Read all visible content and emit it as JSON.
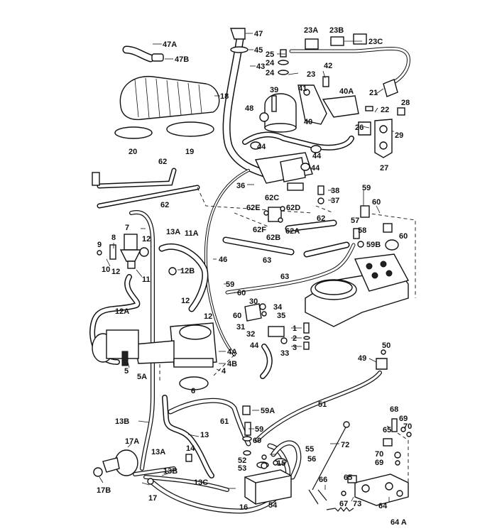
{
  "labels": {
    "l47": "47",
    "l47A": "47A",
    "l47B": "47B",
    "l45": "45",
    "l43": "43",
    "l23A": "23A",
    "l23B": "23B",
    "l23C": "23C",
    "l25": "25",
    "l24a": "24",
    "l24b": "24",
    "l23": "23",
    "l42": "42",
    "l41": "41",
    "l40A": "40A",
    "l21": "21",
    "l18": "18",
    "l39": "39",
    "l48": "48",
    "l22": "22",
    "l28": "28",
    "l26": "26",
    "l29": "29",
    "l40": "40",
    "l20": "20",
    "l19": "19",
    "l44a": "44",
    "l44b": "44",
    "l44c": "44",
    "l27": "27",
    "l62a": "62",
    "l62b": "62",
    "l62c": "62",
    "l36": "36",
    "l38": "38",
    "l62C": "62C",
    "l37": "37",
    "l59a": "59",
    "l60a": "60",
    "l62E": "62E",
    "l62D": "62D",
    "l62F": "62F",
    "l62A": "62A",
    "l62B": "62B",
    "l57": "57",
    "l58": "58",
    "l60b": "60",
    "l59B": "59B",
    "l7": "7",
    "l13A": "13A",
    "l11A": "11A",
    "l8": "8",
    "l12a": "12",
    "l9": "9",
    "l46": "46",
    "l63a": "63",
    "l10": "10",
    "l12b": "12",
    "l12B": "12B",
    "l11": "11",
    "l63b": "63",
    "l59b": "59",
    "l60c": "60",
    "l12c": "12",
    "l30": "30",
    "l12A": "12A",
    "l12d": "12",
    "l34": "34",
    "l60d": "60",
    "l35": "35",
    "l31": "31",
    "l1": "1",
    "l32": "32",
    "l2": "2",
    "l44d": "44",
    "l3": "3",
    "l33": "33",
    "l4A": "4A",
    "l50": "50",
    "l5": "5",
    "l4B": "4B",
    "l49": "49",
    "l5A": "5A",
    "l4": "4",
    "l6": "6",
    "l51": "51",
    "l59A": "59A",
    "l13B": "13B",
    "l61": "61",
    "l59c": "59",
    "l68": "68",
    "l69a": "69",
    "l13": "13",
    "l65a": "65",
    "l70a": "70",
    "l17A": "17A",
    "l60e": "60",
    "l72": "72",
    "l14": "14",
    "l13Aa": "13A",
    "l55": "55",
    "l70b": "70",
    "l52": "52",
    "l56": "56",
    "l69b": "69",
    "l15": "15",
    "l53": "53",
    "l13Bb": "13B",
    "l17B": "17B",
    "l13C": "13C",
    "l65b": "65",
    "l66": "66",
    "l17": "17",
    "l54": "54",
    "l67": "67",
    "l73": "73",
    "l16": "16",
    "l64": "64",
    "l64A": "64 A"
  }
}
